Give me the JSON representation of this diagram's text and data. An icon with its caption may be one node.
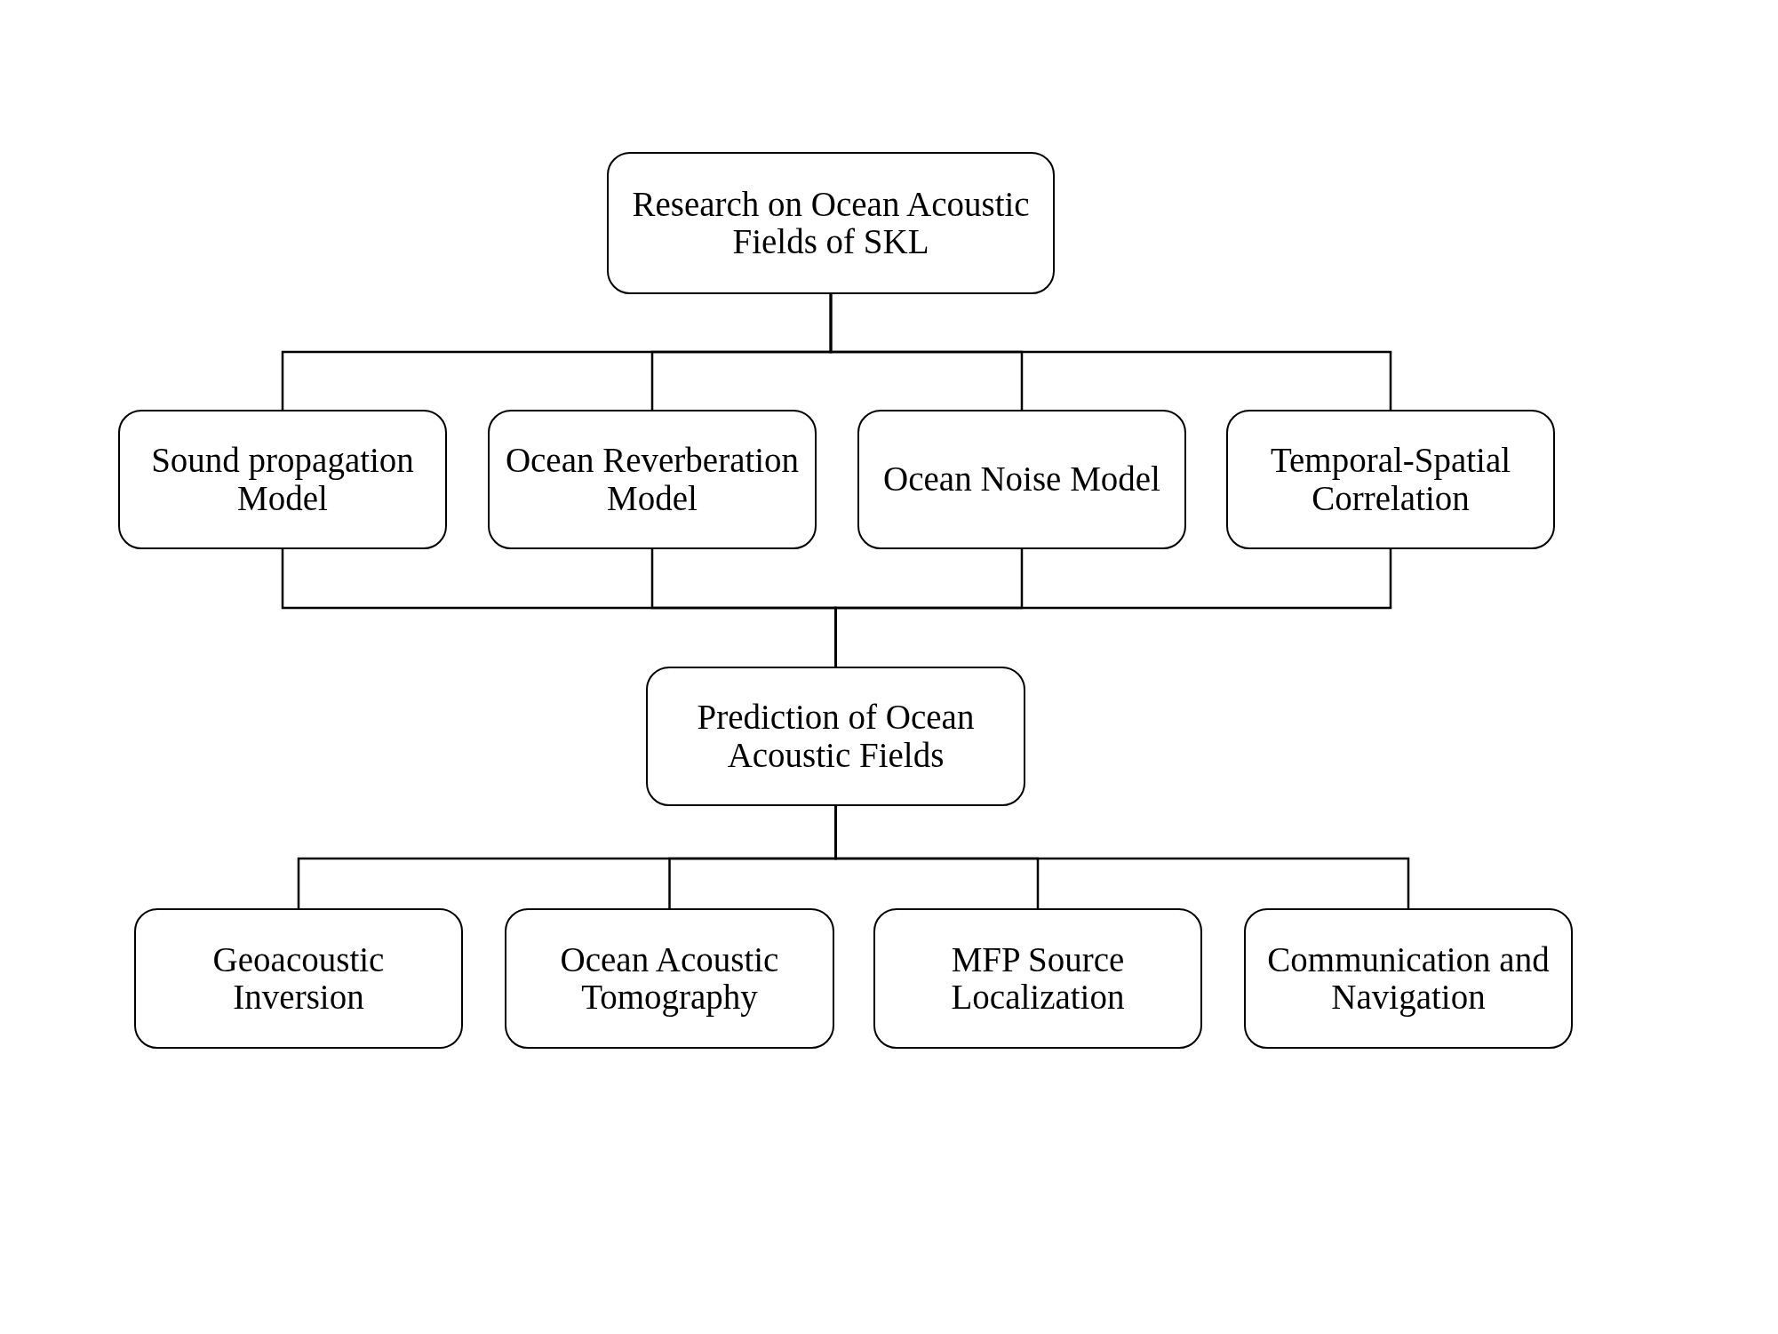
{
  "diagram": {
    "nodes": [
      {
        "text": [
          "Research on Ocean Acoustic Fields of SKL"
        ]
      },
      {
        "text": [
          "Sound propagation Model"
        ]
      },
      {
        "text": [
          "Ocean Reverberation Model"
        ]
      },
      {
        "text": [
          "Ocean Noise Model"
        ]
      },
      {
        "text": [
          "Temporal-Spatial Correlation"
        ]
      },
      {
        "text": [
          "Prediction of Ocean Acoustic Fields"
        ]
      },
      {
        "text": [
          "Geoacoustic Inversion"
        ]
      },
      {
        "text": [
          "Ocean Acoustic Tomography"
        ]
      },
      {
        "text": [
          "MFP Source Localization"
        ]
      },
      {
        "text": [
          "Communication and Navigation"
        ]
      }
    ],
    "edges": [
      {
        "from": 0,
        "to": 1,
        "arrow": "none"
      },
      {
        "from": 0,
        "to": 2,
        "arrow": "none"
      },
      {
        "from": 0,
        "to": 3,
        "arrow": "none"
      },
      {
        "from": 0,
        "to": 4,
        "arrow": "none"
      },
      {
        "from": 1,
        "to": 5,
        "arrow": "none"
      },
      {
        "from": 2,
        "to": 5,
        "arrow": "none"
      },
      {
        "from": 3,
        "to": 5,
        "arrow": "none"
      },
      {
        "from": 4,
        "to": 5,
        "arrow": "none"
      },
      {
        "from": 5,
        "to": 6,
        "arrow": "none"
      },
      {
        "from": 5,
        "to": 7,
        "arrow": "none"
      },
      {
        "from": 5,
        "to": 8,
        "arrow": "none"
      },
      {
        "from": 5,
        "to": 9,
        "arrow": "none"
      }
    ]
  }
}
